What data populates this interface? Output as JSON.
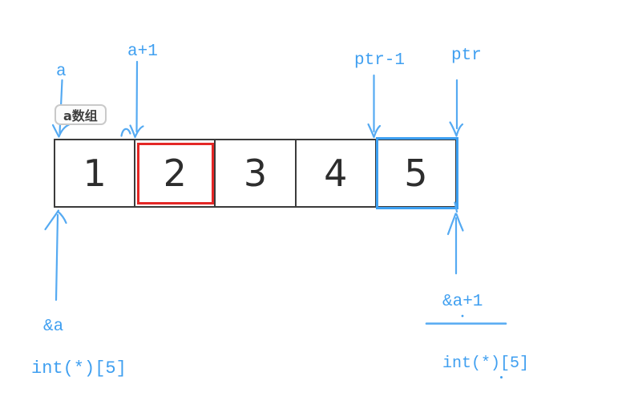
{
  "colors": {
    "background": "#ffffff",
    "blue_text": "#3f9ff0",
    "blue_stroke": "#55aaf2",
    "blue_box": "#3da0f2",
    "red_box": "#e42726",
    "cell_border": "#3b3b3b",
    "digit_text": "#2d2d2d",
    "badge_border": "#c9c9c9",
    "badge_bg": "#fcfcfc",
    "badge_text": "#3f3f3f"
  },
  "array": {
    "badge_label": "a数组",
    "cells": [
      "1",
      "2",
      "3",
      "4",
      "5"
    ],
    "highlighted_red_cell": "2",
    "highlighted_blue_cell": "5"
  },
  "pointer_labels": {
    "a": "a",
    "a_plus_1": "a+1",
    "ptr_minus_1": "ptr-1",
    "ptr": "ptr"
  },
  "address_labels": {
    "amp_a": "&a",
    "amp_a_plus_1": "&a+1",
    "type_left": "int(*)[5]",
    "type_right": "int(*)[5]"
  }
}
